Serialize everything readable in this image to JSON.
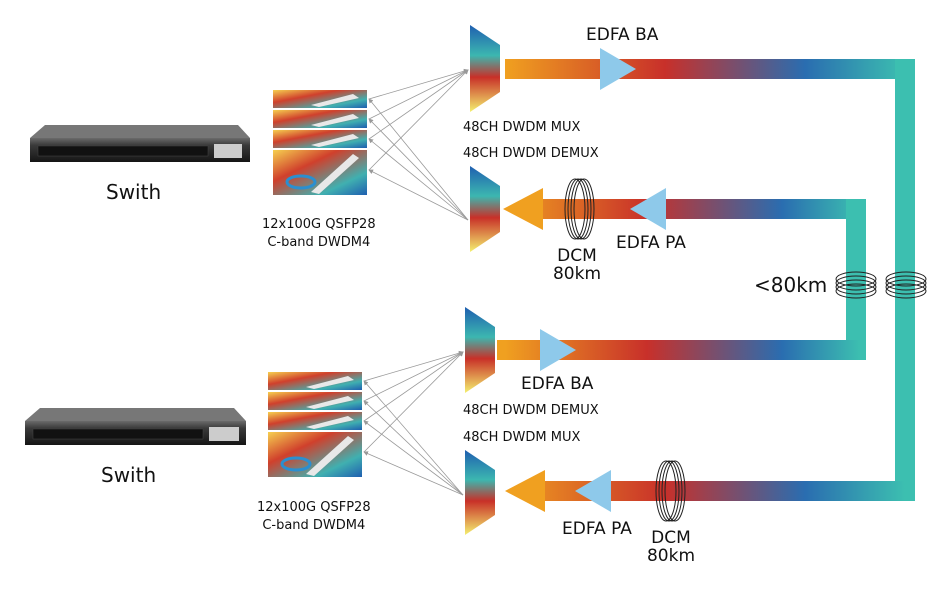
{
  "colors": {
    "fiber_orange": "#f0a020",
    "fiber_red": "#c8302a",
    "fiber_blue": "#2a6db0",
    "fiber_teal": "#3cbfb0",
    "edfa": "#8ec9ea",
    "switch_body": "#2b2b2b"
  },
  "site_a": {
    "switch_label": "Swith",
    "module_label_1": "12x100G QSFP28",
    "module_label_2": "C-band DWDM4",
    "mux_label": "48CH DWDM MUX",
    "demux_label": "48CH DWDM DEMUX",
    "edfa_ba": "EDFA BA",
    "edfa_pa": "EDFA PA",
    "dcm_1": "DCM",
    "dcm_2": "80km"
  },
  "site_b": {
    "switch_label": "Swith",
    "module_label_1": "12x100G QSFP28",
    "module_label_2": "C-band DWDM4",
    "demux_label": "48CH DWDM DEMUX",
    "mux_label": "48CH DWDM MUX",
    "edfa_ba": "EDFA BA",
    "edfa_pa": "EDFA PA",
    "dcm_1": "DCM",
    "dcm_2": "80km"
  },
  "link_distance": "<80km"
}
